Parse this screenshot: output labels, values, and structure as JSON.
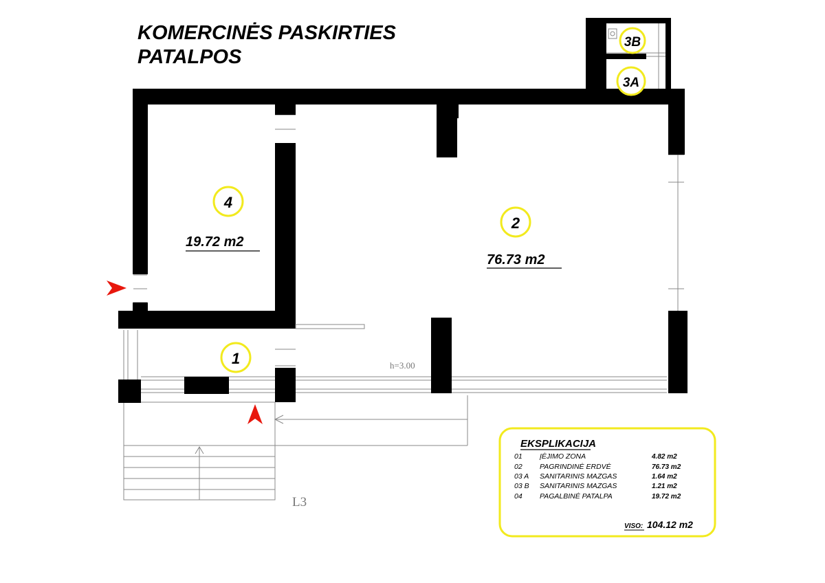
{
  "title": {
    "line1": "KOMERCINĖS PASKIRTIES",
    "line2": "PATALPOS"
  },
  "rooms": [
    {
      "id": "1",
      "label": "1",
      "area": ""
    },
    {
      "id": "2",
      "label": "2",
      "area": "76.73 m2"
    },
    {
      "id": "3A",
      "label": "3A",
      "area": ""
    },
    {
      "id": "3B",
      "label": "3B",
      "area": ""
    },
    {
      "id": "4",
      "label": "4",
      "area": "19.72 m2"
    }
  ],
  "ceiling_height": "h=3.00",
  "level_label": "L3",
  "explication": {
    "heading": "EKSPLIKACIJA",
    "rows": [
      {
        "code": "01",
        "name": "ĮĖJIMO ZONA",
        "area": "4.82  m2"
      },
      {
        "code": "02",
        "name": "PAGRINDINĖ ERDVĖ",
        "area": "76.73  m2"
      },
      {
        "code": "03 A",
        "name": "SANITARINIS MAZGAS",
        "area": "1.64 m2"
      },
      {
        "code": "03 B",
        "name": "SANITARINIS MAZGAS",
        "area": "1.21 m2"
      },
      {
        "code": "04",
        "name": "PAGALBINĖ PATALPA",
        "area": "19.72 m2"
      }
    ],
    "total_label": "VISO:",
    "total_value": "104.12 m2"
  },
  "colors": {
    "wall": "#000000",
    "marker": "#f2ea1e",
    "arrow": "#e8170d",
    "line": "#888888"
  }
}
